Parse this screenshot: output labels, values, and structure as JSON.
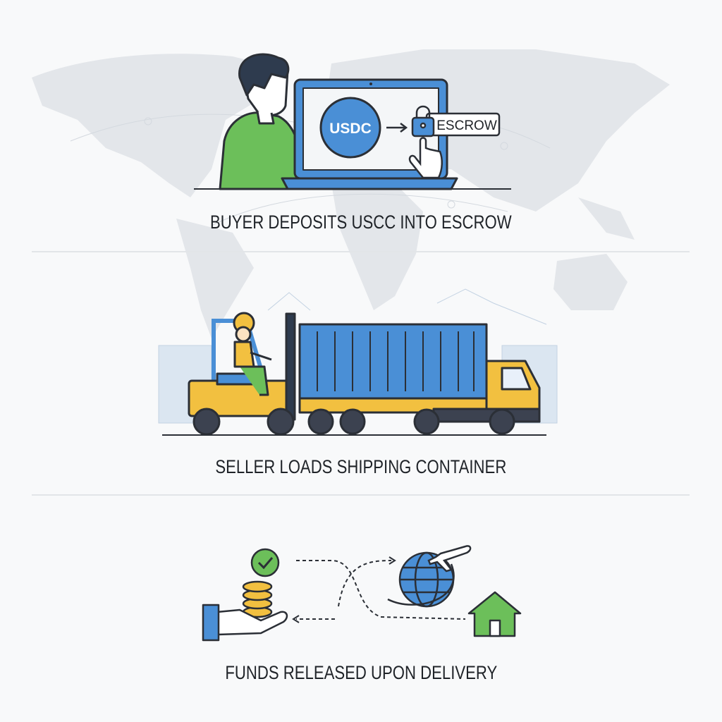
{
  "steps": [
    {
      "caption": "BUYER DEPOSITS USCC INTO ESCROW",
      "coin_label": "USDC",
      "escrow_label": "ESCROW"
    },
    {
      "caption": "SELLER LOADS SHIPPING CONTAINER"
    },
    {
      "caption": "FUNDS RELEASED UPON DELIVERY"
    }
  ],
  "colors": {
    "blue": "#4a8fd6",
    "green": "#6cbf5a",
    "yellow": "#f2c040",
    "outline": "#2b2f36",
    "map": "#e3e6ea"
  }
}
